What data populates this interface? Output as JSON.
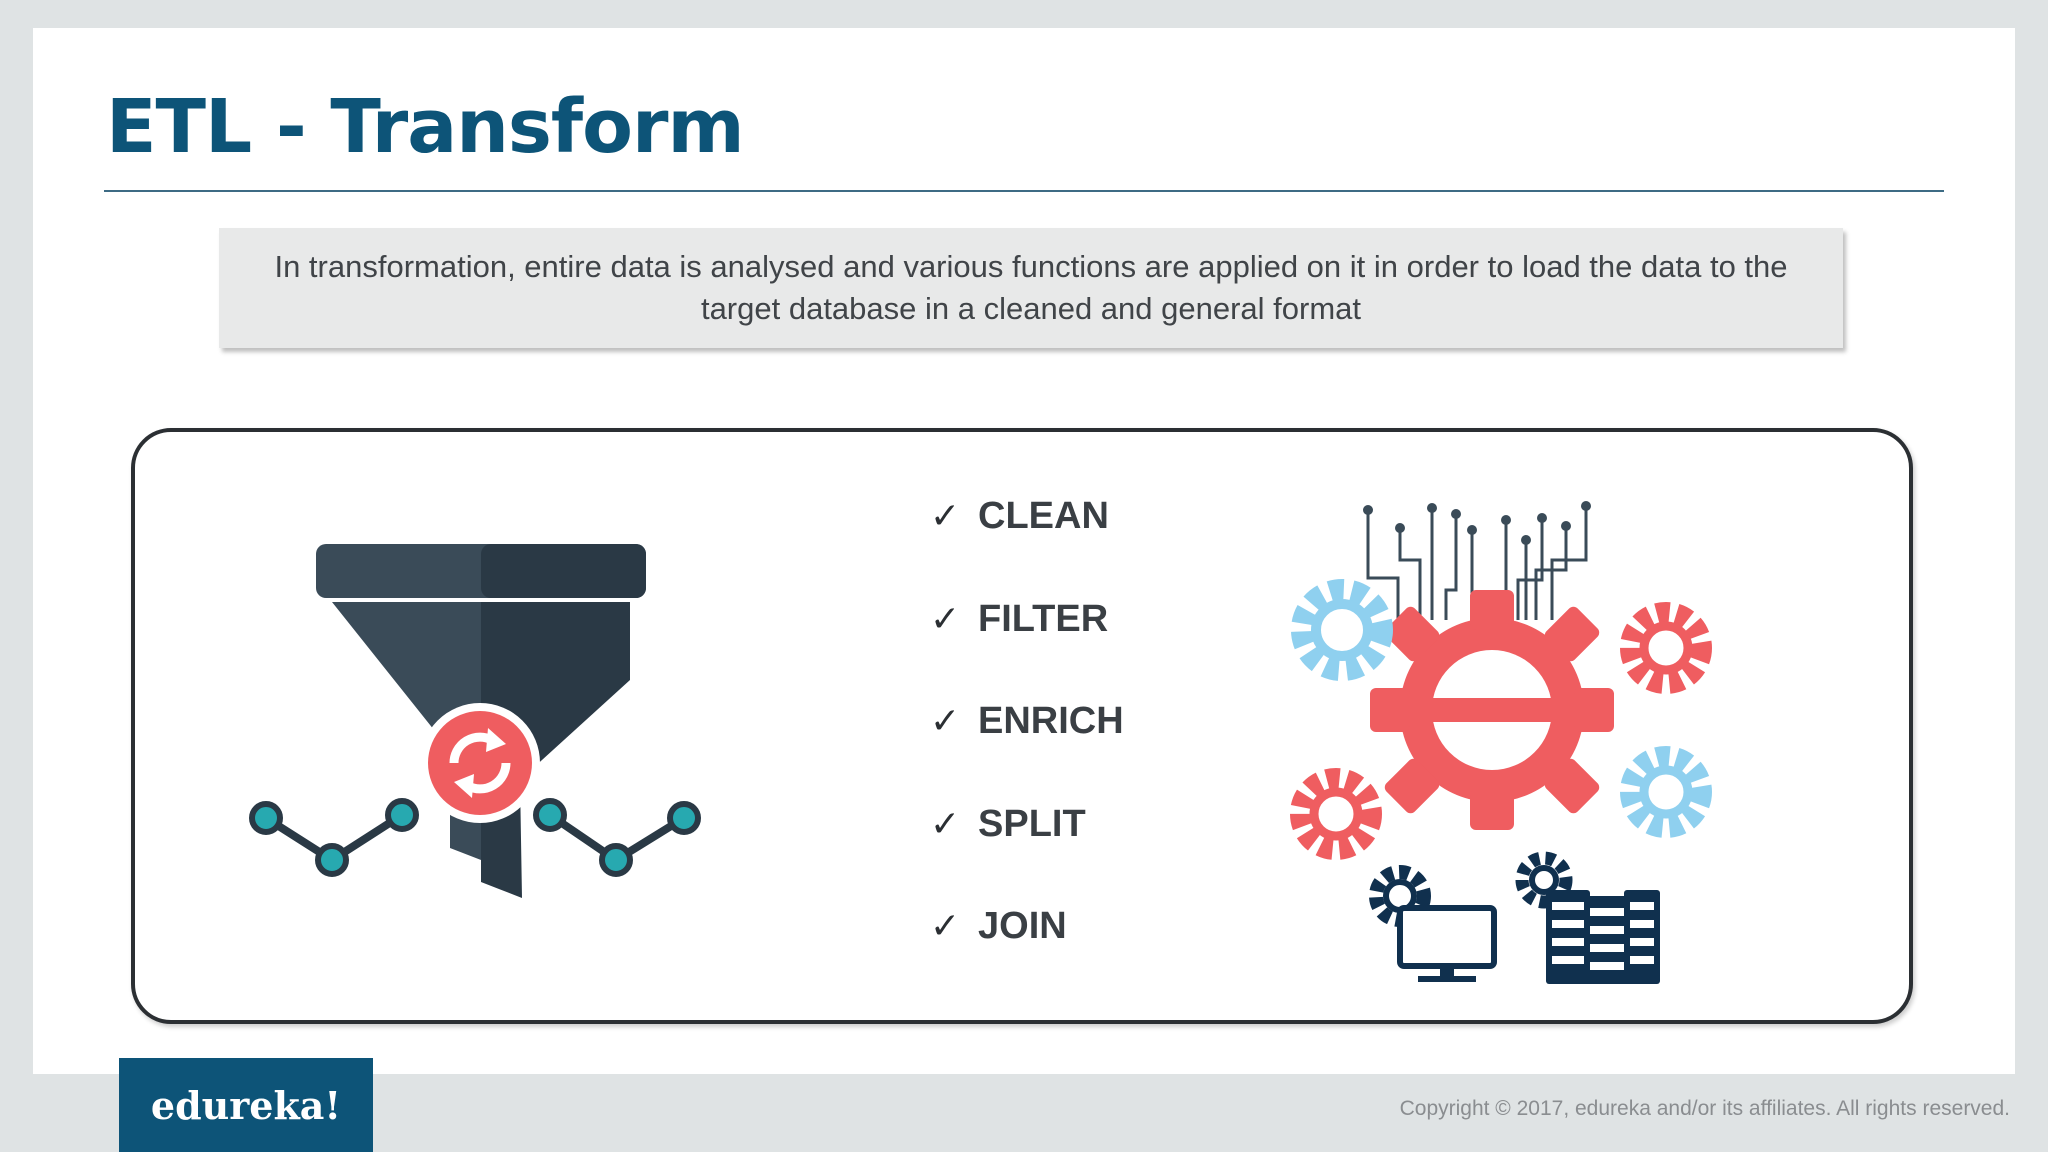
{
  "slide": {
    "title": "ETL - Transform",
    "description": "In transformation, entire data is analysed and various functions are applied on it in order to load the data to the target database in a cleaned and general format",
    "checklist": [
      {
        "label": "CLEAN"
      },
      {
        "label": "FILTER"
      },
      {
        "label": "ENRICH"
      },
      {
        "label": "SPLIT"
      },
      {
        "label": "JOIN"
      }
    ],
    "check_glyph": "✓"
  },
  "footer": {
    "logo": "edureka!",
    "copyright": "Copyright © 2017, edureka and/or its affiliates. All rights reserved."
  },
  "colors": {
    "title": "#0d5478",
    "funnel_dark": "#2a3945",
    "funnel_light": "#3a4b58",
    "accent_red": "#ef5d60",
    "node_teal": "#27a9b0",
    "gear_blue": "#8fd0ef",
    "server_navy": "#10304e"
  },
  "icons": {
    "funnel": "funnel-icon",
    "refresh": "refresh-icon",
    "gears": "gears-icon",
    "monitor": "monitor-icon",
    "server": "server-icon"
  }
}
